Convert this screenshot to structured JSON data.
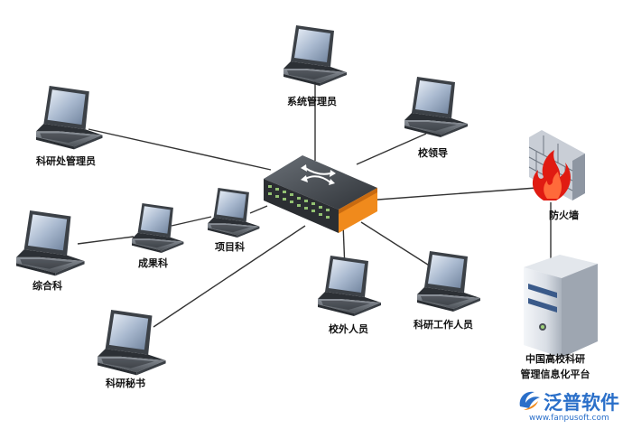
{
  "labels": {
    "sys_admin": "系统管理员",
    "research_office_admin": "科研处管理员",
    "school_leader": "校领导",
    "firewall": "防火墙",
    "project_dept": "项目科",
    "achievement_dept": "成果科",
    "general_dept": "综合科",
    "research_secretary": "科研秘书",
    "external_staff": "校外人员",
    "research_staff": "科研工作人员",
    "platform_line1": "中国高校科研",
    "platform_line2": "管理信息化平台"
  },
  "brand": {
    "name": "泛普软件",
    "url": "www.fanpusoft.com"
  },
  "colors": {
    "line": "#333333",
    "switch_body": "#3b3f44",
    "switch_accent": "#f08a1c",
    "firewall_fire": "#e01b12",
    "brand": "#2a6fc9"
  },
  "icons": {
    "laptop": "laptop-icon",
    "switch": "network-switch-icon",
    "firewall": "firewall-icon",
    "server": "server-icon"
  }
}
